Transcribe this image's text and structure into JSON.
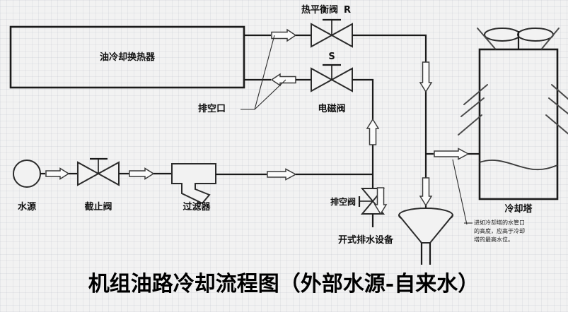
{
  "title": "机组油路冷却流程图（外部水源-自来水）",
  "diagram": {
    "type": "process-flow-diagram",
    "components": {
      "heat_exchanger": {
        "label": "油冷却换热器"
      },
      "thermal_balance_valve": {
        "label": "热平衡阀",
        "tag": "R"
      },
      "solenoid_valve": {
        "label": "电磁阀",
        "tag": "S"
      },
      "vent_port": {
        "label": "排空口"
      },
      "water_source": {
        "label": "水源"
      },
      "stop_valve": {
        "label": "截止阀"
      },
      "filter": {
        "label": "过滤器"
      },
      "drain_valve": {
        "label": "排空阀"
      },
      "open_drain_device": {
        "label": "开式排水设备"
      },
      "cooling_tower": {
        "label": "冷却塔"
      }
    },
    "annotation": {
      "lines": [
        "进如冷却塔的水管口",
        "的高度，应高于冷却",
        "塔的最高水位。"
      ]
    },
    "colors": {
      "background": "#f2f2f2",
      "line": "#1a1a1a",
      "text": "#000000"
    }
  }
}
